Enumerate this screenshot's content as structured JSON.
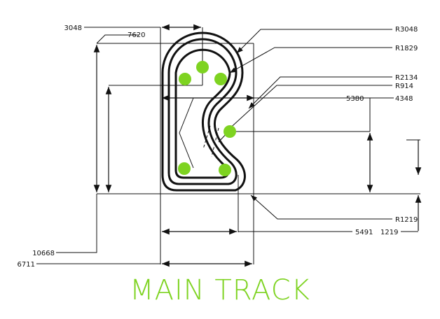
{
  "title": "MAIN TRACK",
  "colors": {
    "line": "#111111",
    "accent": "#7ed321"
  },
  "labels": {
    "l3048": "3048",
    "l7620": "7620",
    "r3048": "R3048",
    "r1829": "R1829",
    "r2134": "R2134",
    "r914": "R914",
    "l5380": "5380",
    "l4348": "4348",
    "r1219": "R1219",
    "l5491": "5491",
    "l1219": "1219",
    "l10668": "10668",
    "l6711": "6711"
  },
  "markers": {
    "count": 6
  }
}
